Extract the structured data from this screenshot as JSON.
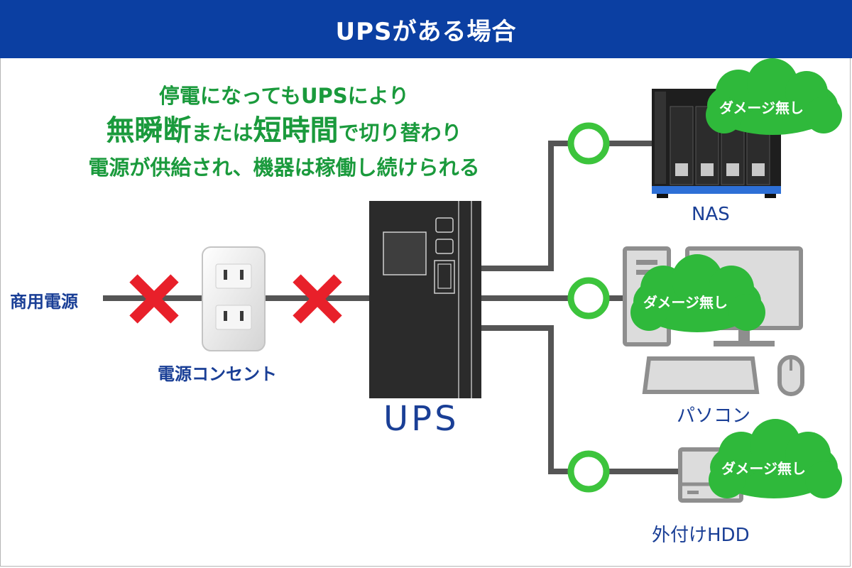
{
  "header": {
    "title": "UPSがある場合"
  },
  "headline": {
    "line1": "停電になってもUPSにより",
    "line2_a": "無瞬断",
    "line2_b": "または",
    "line2_c": "短時間",
    "line2_d": "で切り替わり",
    "line3": "電源が供給され、機器は稼働し続けられる"
  },
  "labels": {
    "power_source": "商用電源",
    "outlet": "電源コンセント",
    "ups": "UPS",
    "nas": "NAS",
    "pc": "パソコン",
    "hdd": "外付けHDD"
  },
  "badges": {
    "nas_badge": "ダメージ無し",
    "pc_badge": "ダメージ無し",
    "hdd_badge": "ダメージ無し"
  },
  "colors": {
    "header_bg": "#0b3fa2",
    "headline_green": "#1a9a3c",
    "label_blue": "#1a3f96",
    "cross_red": "#e8202a",
    "ring_green": "#3cc43c",
    "cloud_green": "#2fb93b",
    "line_gray": "#555555"
  },
  "icons": [
    "cross-icon",
    "outlet-icon",
    "ups-device-icon",
    "nas-device-icon",
    "pc-icon",
    "hdd-icon",
    "cloud-icon"
  ]
}
